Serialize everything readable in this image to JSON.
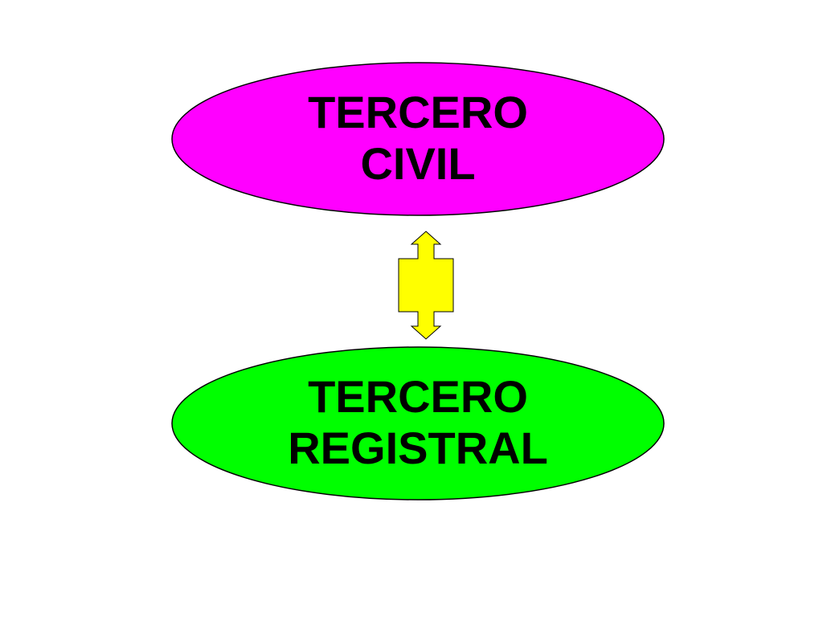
{
  "nodes": [
    {
      "line1": "TERCERO",
      "line2": "CIVIL",
      "color": "#FF00FF"
    },
    {
      "line1": "TERCERO",
      "line2": "REGISTRAL",
      "color": "#00FF00"
    }
  ],
  "connector": {
    "type": "double-arrow",
    "color": "#FFFF00"
  }
}
